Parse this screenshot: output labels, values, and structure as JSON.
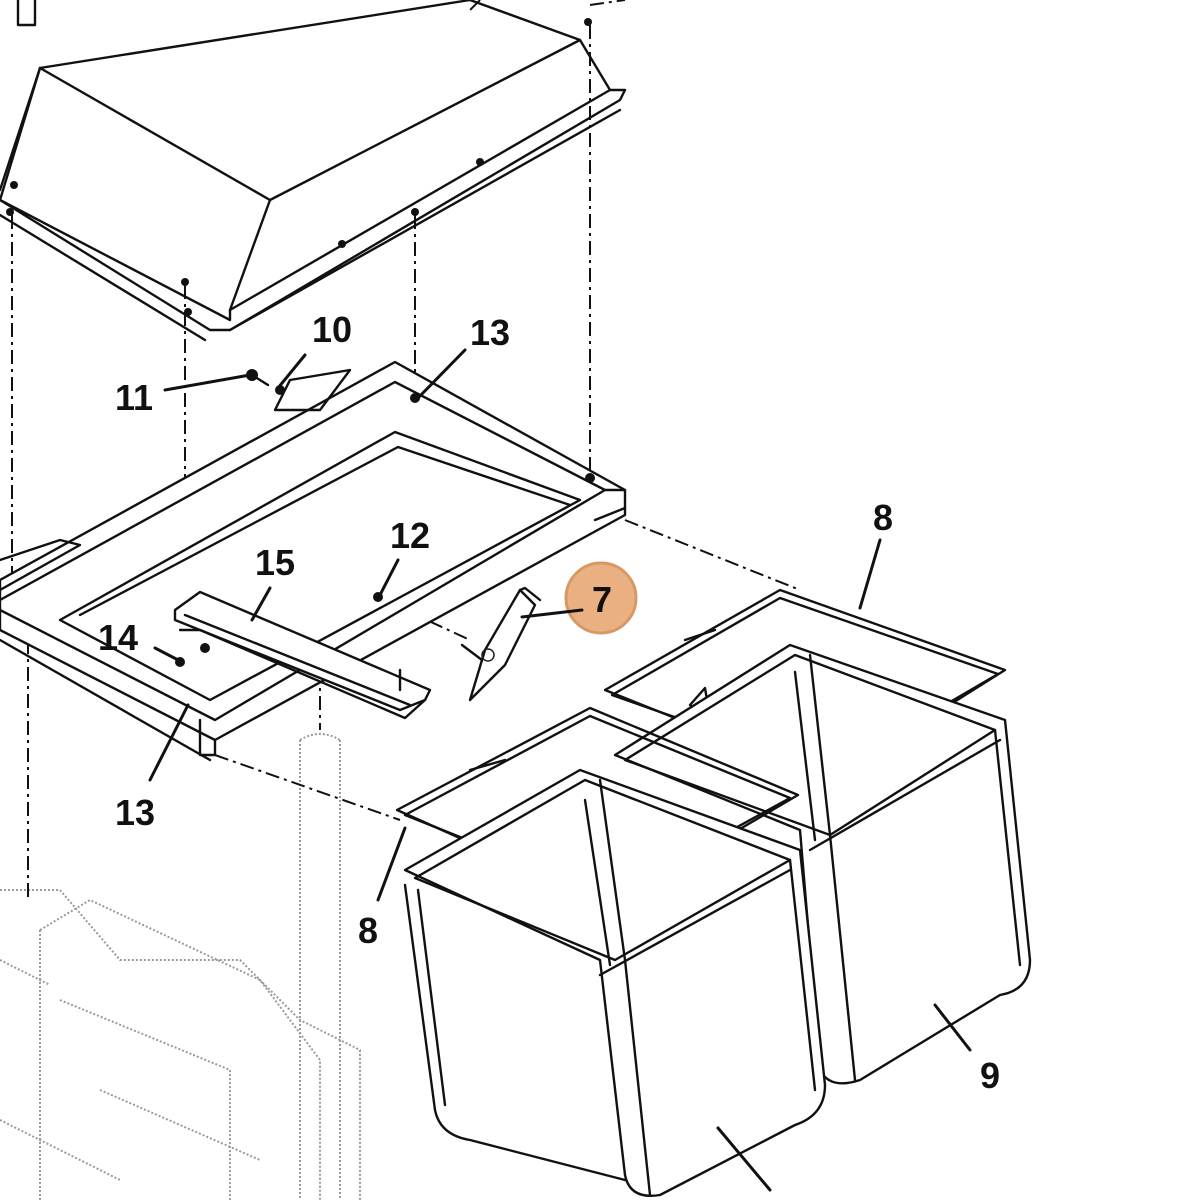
{
  "callouts": [
    {
      "id": "c10",
      "text": "10"
    },
    {
      "id": "c13a",
      "text": "13"
    },
    {
      "id": "c11",
      "text": "11"
    },
    {
      "id": "c12",
      "text": "12"
    },
    {
      "id": "c15",
      "text": "15"
    },
    {
      "id": "c14",
      "text": "14"
    },
    {
      "id": "c13b",
      "text": "13"
    },
    {
      "id": "c7",
      "text": "7",
      "highlighted": true
    },
    {
      "id": "c8a",
      "text": "8"
    },
    {
      "id": "c8b",
      "text": "8"
    },
    {
      "id": "c9",
      "text": "9"
    }
  ],
  "colors": {
    "line": "#111111",
    "highlight": "#e8a36c",
    "background": "#ffffff"
  }
}
